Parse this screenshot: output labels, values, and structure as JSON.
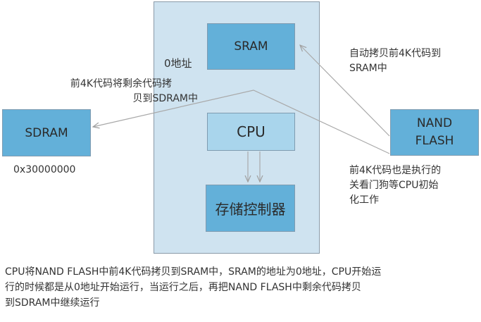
{
  "colors": {
    "soc_fill": "#cfe3f0",
    "soc_border": "#8a9aa8",
    "block_dark": "#63b0d9",
    "block_light": "#a9d5ec",
    "arrow": "#a9a9a9"
  },
  "blocks": {
    "sram": "SRAM",
    "cpu": "CPU",
    "memctrl": "存储控制器",
    "sdram": "SDRAM",
    "nand_line1": "NAND",
    "nand_line2": "FLASH"
  },
  "labels": {
    "zero_addr": "0地址",
    "sdram_addr": "0x30000000",
    "auto_copy_line1": "自动拷贝前4K代码到",
    "auto_copy_line2": "SRAM中",
    "copy_rest_line1": "前4K代码将剩余代码拷",
    "copy_rest_line2": "贝到SDRAM中",
    "first4k_line1": "前4K代码也是执行的",
    "first4k_line2": "关看门狗等CPU初始",
    "first4k_line3": "化工作"
  },
  "caption": {
    "line1": "CPU将NAND FLASH中前4K代码拷贝到SRAM中，SRAM的地址为0地址，CPU开始运",
    "line2": "行的时候都是从0地址开始运行，当运行之后，再把NAND FLASH中剩余代码拷贝",
    "line3": "到SDRAM中继续运行"
  }
}
